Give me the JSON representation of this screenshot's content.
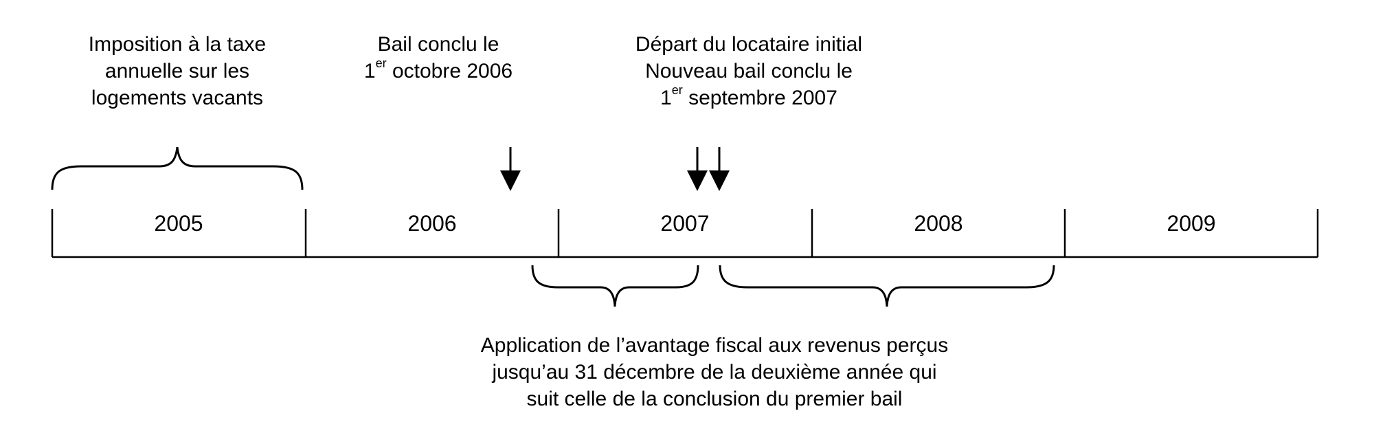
{
  "top_labels": {
    "vacancy_tax": {
      "lines": [
        "Imposition à la taxe",
        "annuelle sur les",
        "logements vacants"
      ]
    },
    "first_lease": {
      "line1": "Bail conclu le",
      "line2_prefix": "1",
      "line2_sup": "er",
      "line2_suffix": " octobre 2006"
    },
    "tenant_change": {
      "line1": "Départ du locataire initial",
      "line2": "Nouveau bail conclu le",
      "line3_prefix": "1",
      "line3_sup": "er",
      "line3_suffix": " septembre 2007"
    }
  },
  "timeline": {
    "years": [
      "2005",
      "2006",
      "2007",
      "2008",
      "2009"
    ]
  },
  "bottom_label": {
    "lines": [
      "Application de l’avantage fiscal aux revenus perçus",
      "jusqu’au 31 décembre de la deuxième année qui",
      "suit celle de la conclusion du premier bail"
    ]
  }
}
